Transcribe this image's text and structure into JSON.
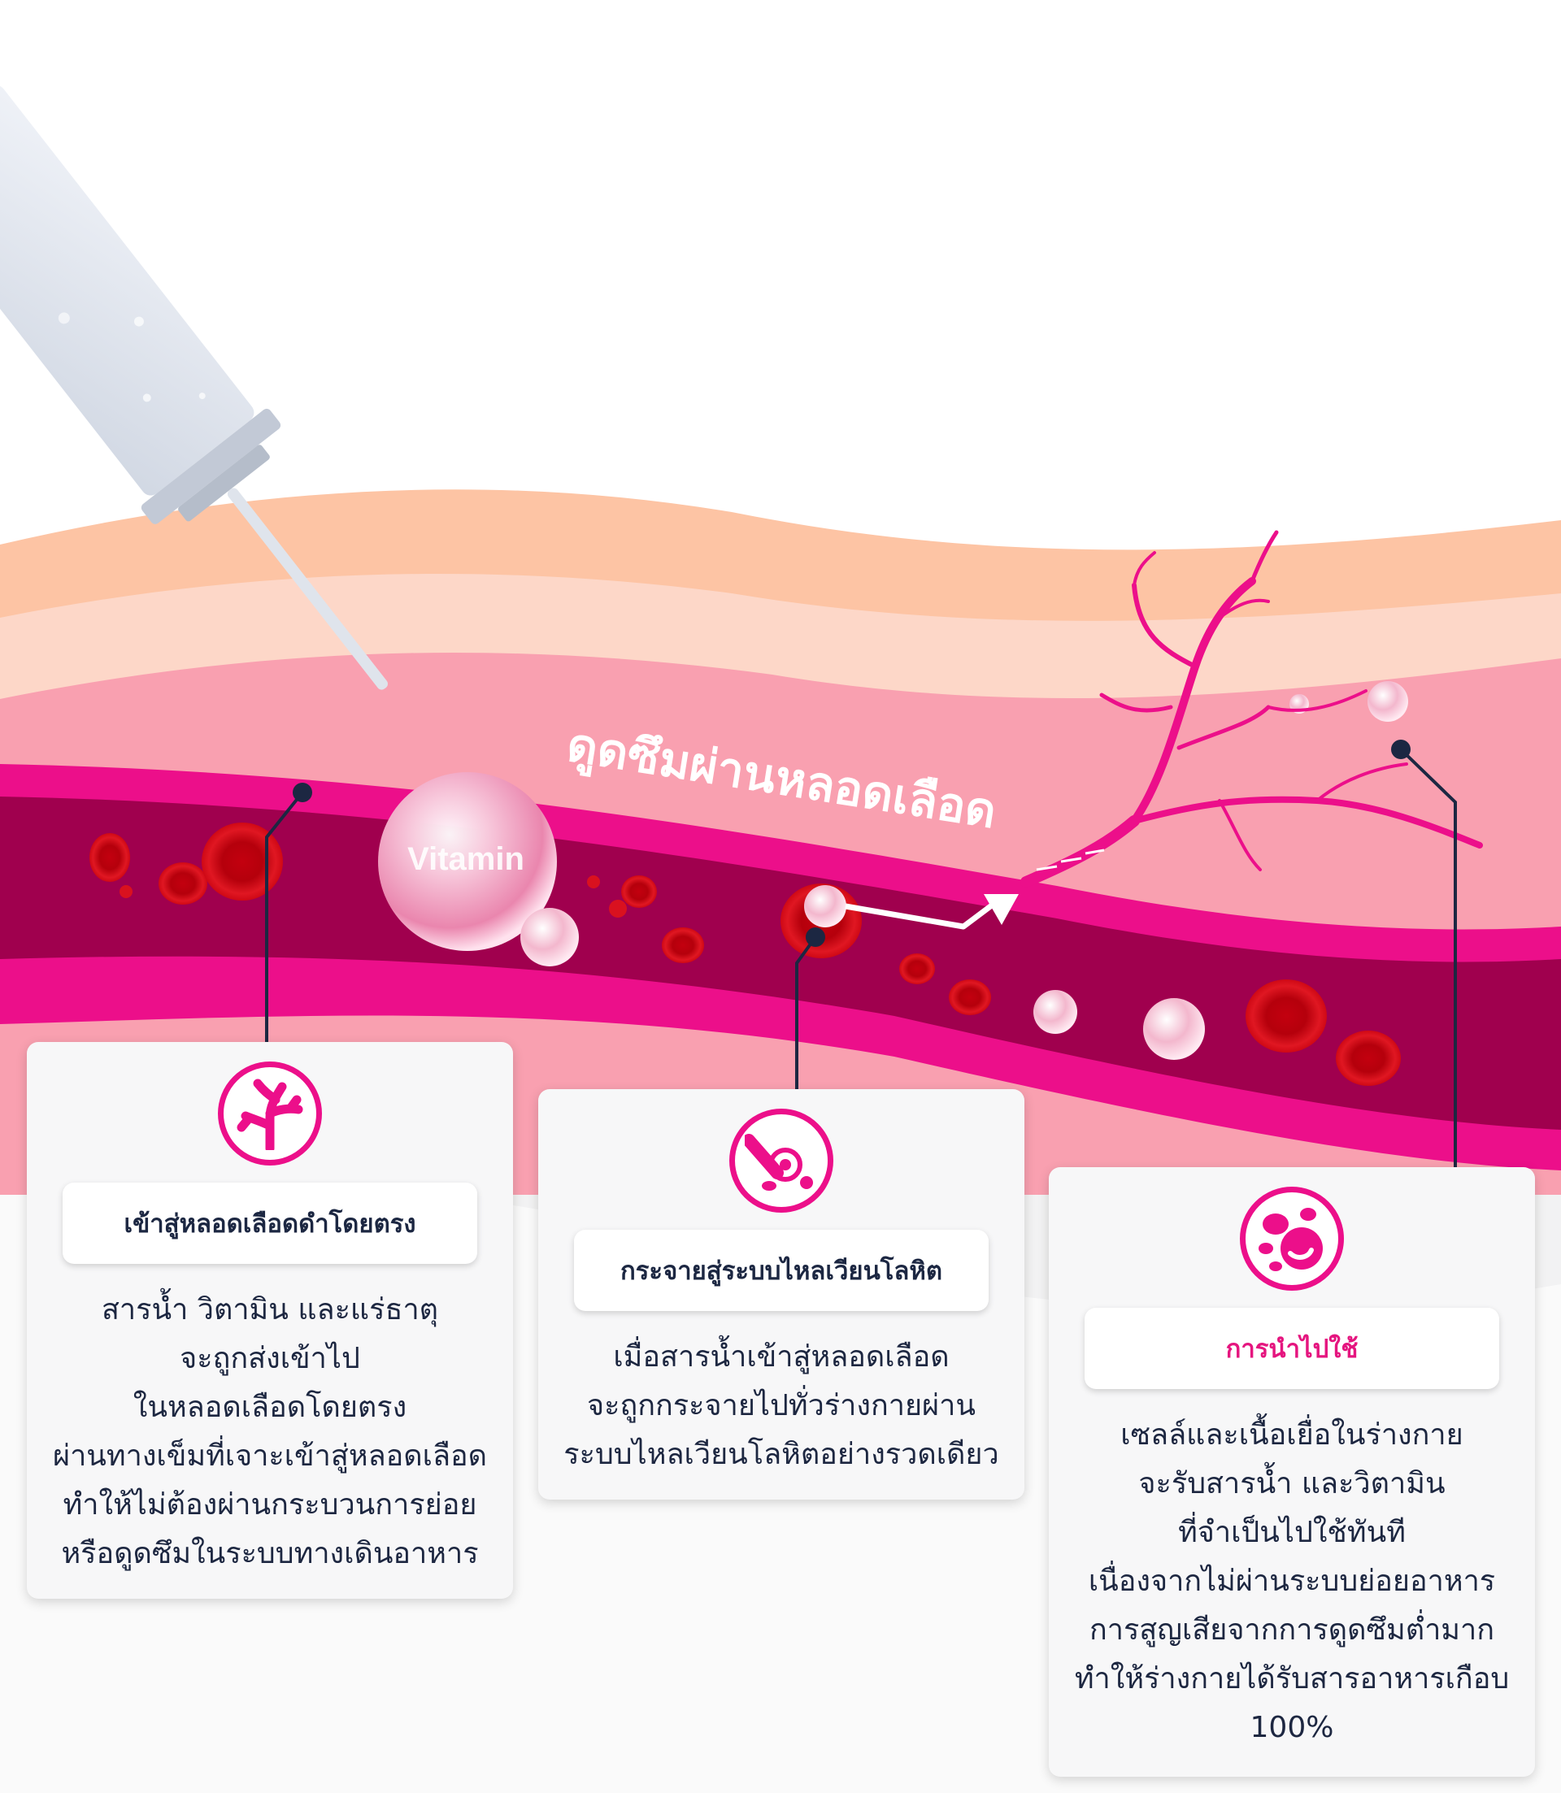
{
  "diagram": {
    "bubble_label": "Vitamin",
    "flow_label": "ดูดซึมผ่านหลอดเลือด"
  },
  "steps": [
    {
      "title": "เข้าสู่หลอดเลือดดำโดยตรง",
      "icon": "vein-branch-icon",
      "lines": [
        "สารน้ำ วิตามิน และแร่ธาตุ",
        "จะถูกส่งเข้าไป",
        "ในหลอดเลือดโดยตรง",
        "ผ่านทางเข็มที่เจาะเข้าสู่หลอดเลือด",
        "ทำให้ไม่ต้องผ่านกระบวนการย่อย",
        "หรือดูดซึมในระบบทางเดินอาหาร"
      ]
    },
    {
      "title": "กระจายสู่ระบบไหลเวียนโลหิต",
      "icon": "blood-vessel-flow-icon",
      "lines": [
        "เมื่อสารน้ำเข้าสู่หลอดเลือด",
        "จะถูกกระจายไปทั่วร่างกายผ่าน",
        "ระบบไหลเวียนโลหิตอย่างรวดเดียว"
      ]
    },
    {
      "title": "การนำไปใช้",
      "icon": "blood-cells-icon",
      "lines": [
        "เซลล์และเนื้อเยื่อในร่างกาย",
        "จะรับสารน้ำ และวิตามิน",
        "ที่จำเป็นไปใช้ทันที",
        "เนื่องจากไม่ผ่านระบบย่อยอาหาร",
        "การสูญเสียจากการดูดซึมต่ำมาก",
        "ทำให้ร่างกายได้รับสารอาหารเกือบ",
        "100%"
      ]
    }
  ],
  "colors": {
    "accent": "#ec0f8a",
    "vessel": "#a0004e",
    "skin_outer": "#fdc4a4",
    "skin_mid": "#fdd7c8",
    "tissue": "#f9a0b0",
    "cell_red": "#d9111f",
    "text": "#1d2741",
    "title_highlight": "#e5157f"
  }
}
